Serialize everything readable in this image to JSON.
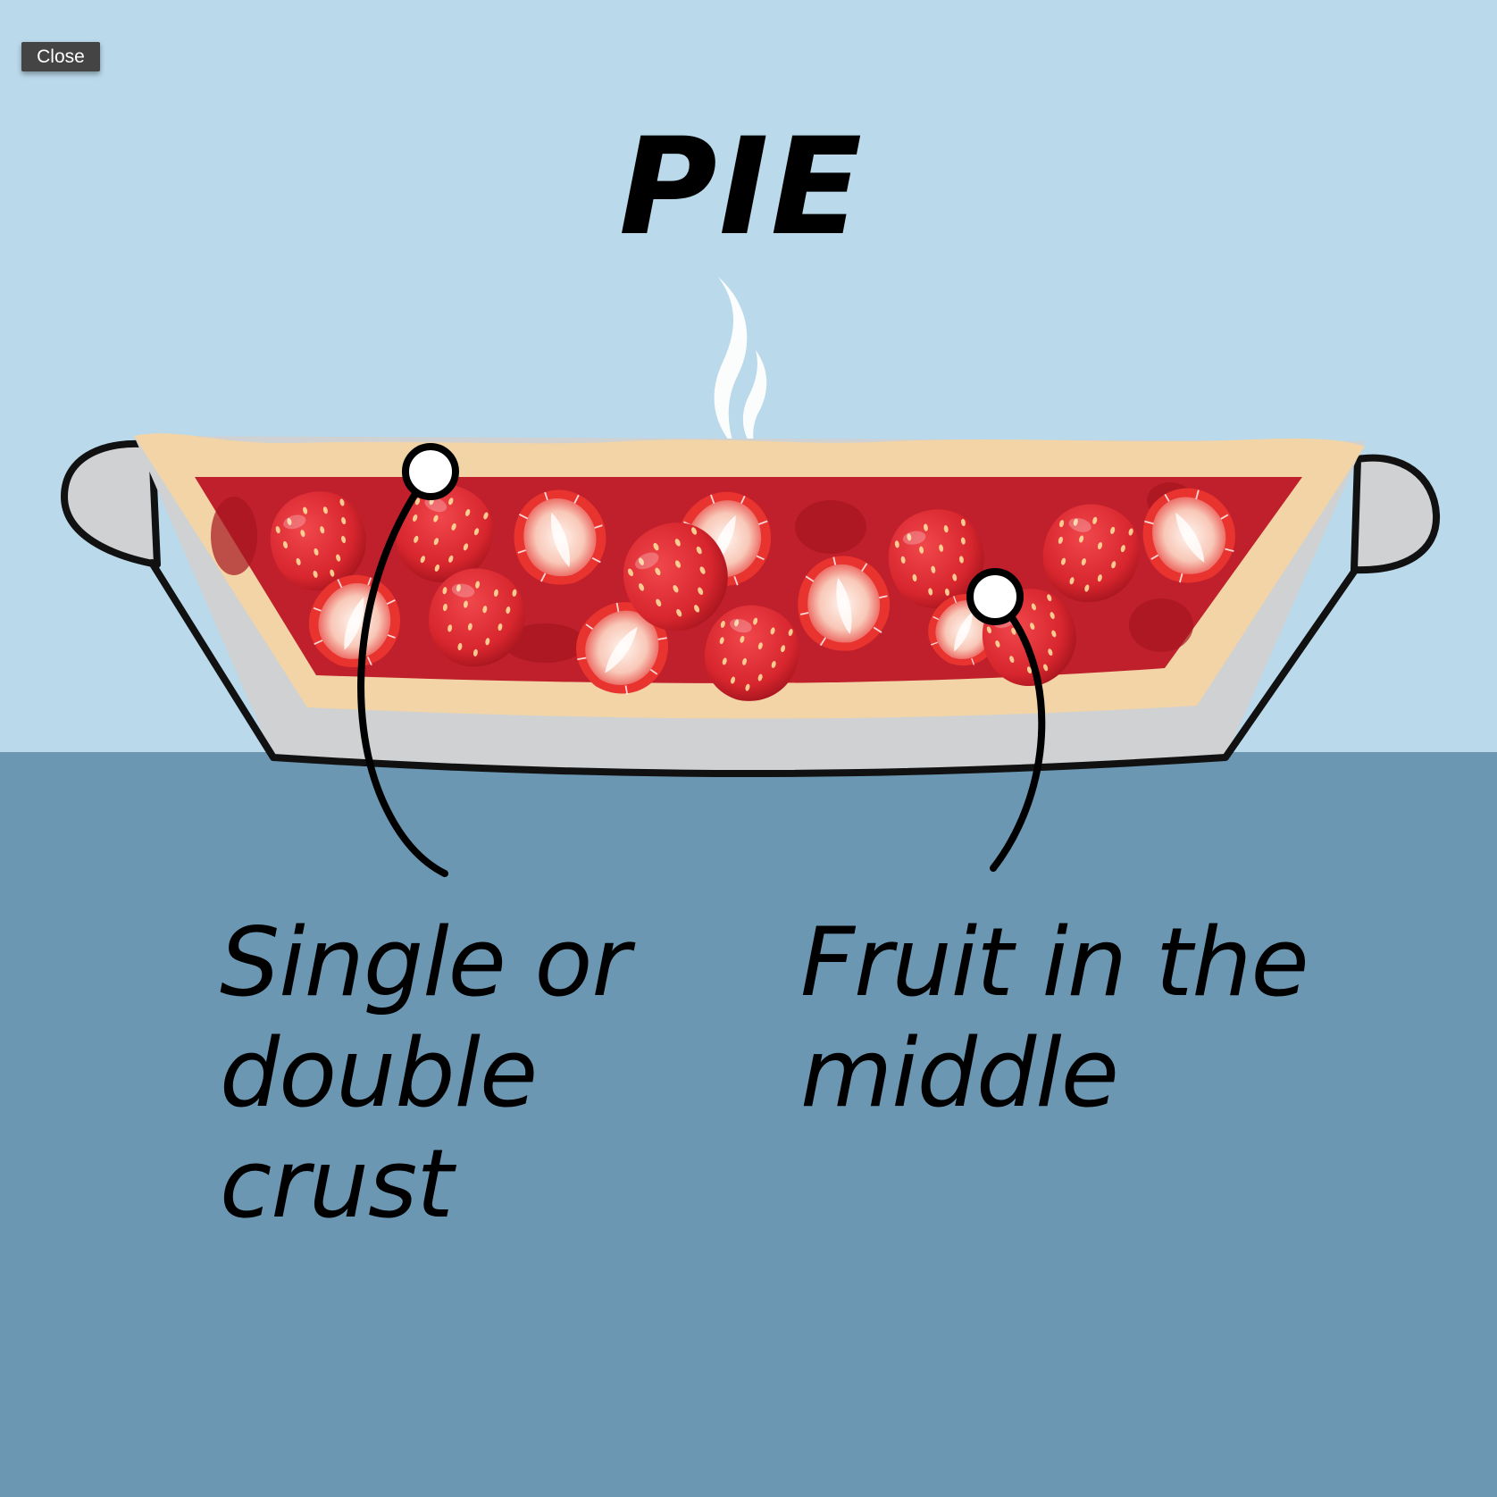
{
  "close_label": "Close",
  "title": "PIE",
  "callouts": [
    {
      "label": "Single or\ndouble\ncrust"
    },
    {
      "label": "Fruit in the\nmiddle"
    }
  ],
  "colors": {
    "sky": "#bad9eb",
    "table": "#6b97b2",
    "close_button_bg": "#444444",
    "close_button_text": "#ffffff",
    "text": "#000000",
    "pan": "#cfd1d3",
    "crust": "#f2d4a6",
    "filling": "#c0202b",
    "strawberry": "#d8262e",
    "strawberry_cut": "#fbe1d6",
    "marker": "#ffffff"
  },
  "icons": {
    "close": "close-button",
    "steam": "steam-icon",
    "pie_dish": "pie-dish-icon",
    "strawberry": "strawberry-icon"
  }
}
